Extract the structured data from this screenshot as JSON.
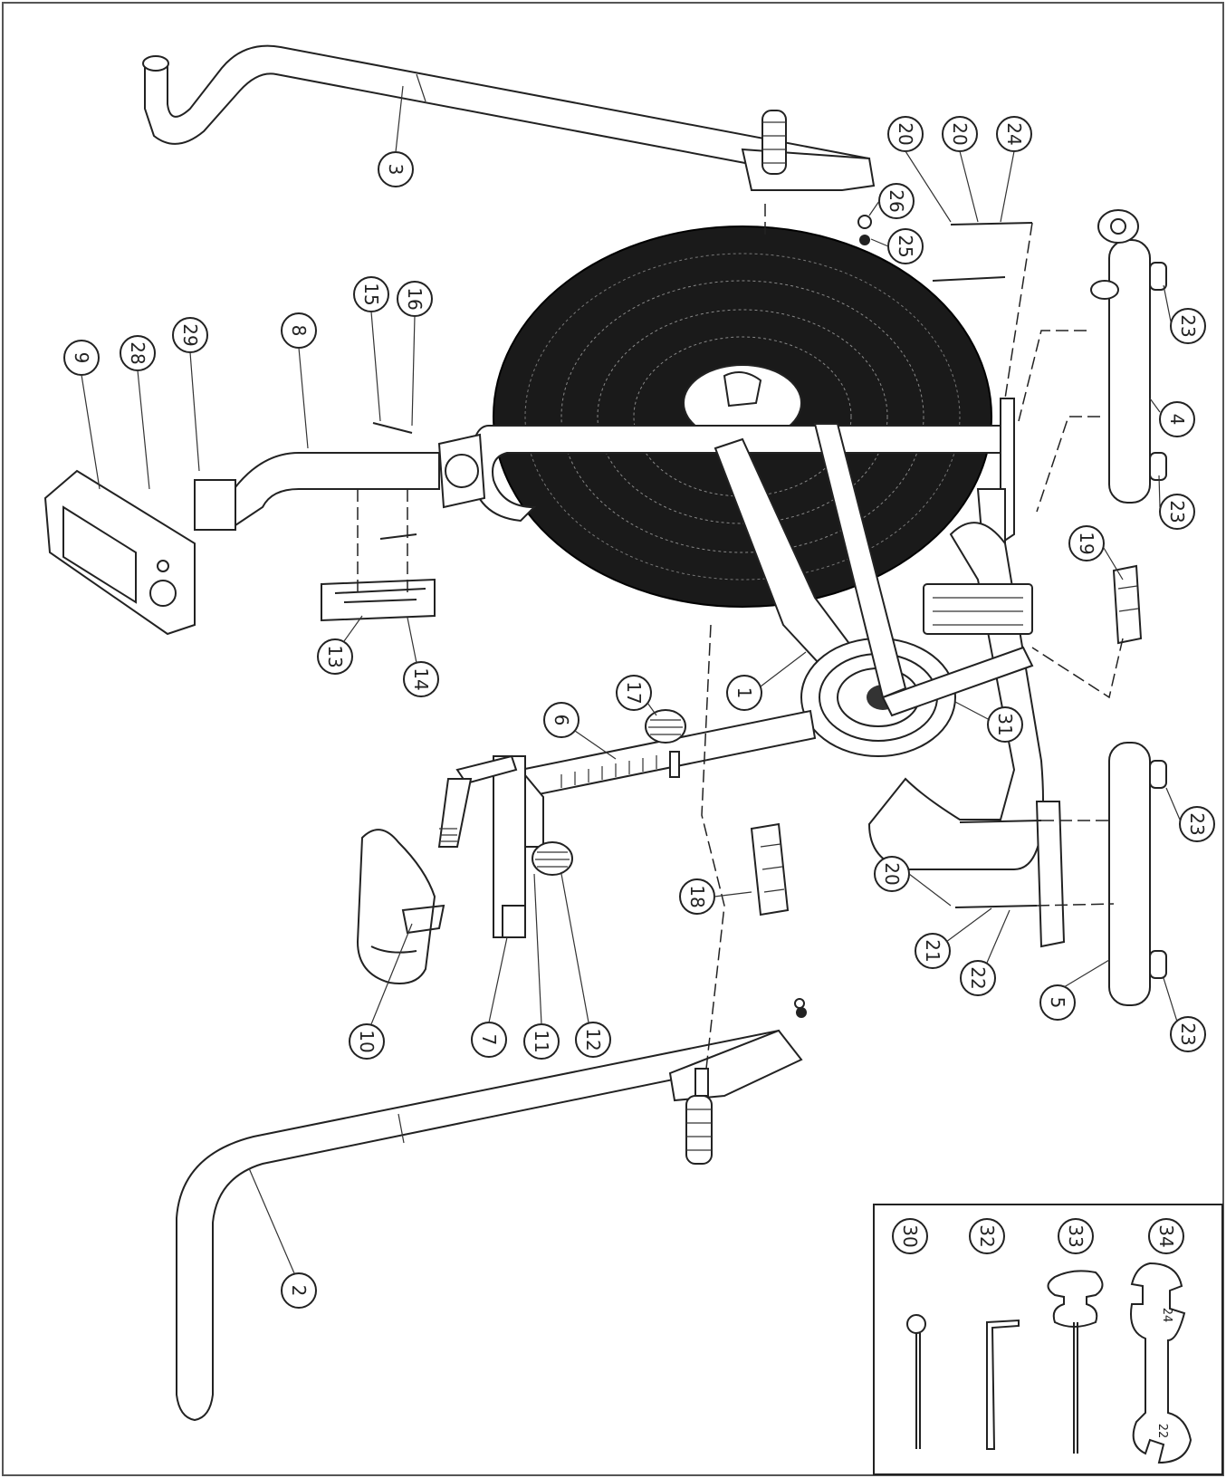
{
  "parts": [
    {
      "id": "p1",
      "label": "1"
    },
    {
      "id": "p2",
      "label": "2"
    },
    {
      "id": "p3",
      "label": "3"
    },
    {
      "id": "p4",
      "label": "4"
    },
    {
      "id": "p5",
      "label": "5"
    },
    {
      "id": "p6",
      "label": "6"
    },
    {
      "id": "p7",
      "label": "7"
    },
    {
      "id": "p8",
      "label": "8"
    },
    {
      "id": "p9",
      "label": "9"
    },
    {
      "id": "p10",
      "label": "10"
    },
    {
      "id": "p11",
      "label": "11"
    },
    {
      "id": "p12",
      "label": "12"
    },
    {
      "id": "p13",
      "label": "13"
    },
    {
      "id": "p14",
      "label": "14"
    },
    {
      "id": "p15",
      "label": "15"
    },
    {
      "id": "p16",
      "label": "16"
    },
    {
      "id": "p17",
      "label": "17"
    },
    {
      "id": "p18",
      "label": "18"
    },
    {
      "id": "p19",
      "label": "19"
    },
    {
      "id": "p20a",
      "label": "20"
    },
    {
      "id": "p20b",
      "label": "20"
    },
    {
      "id": "p21a",
      "label": "21"
    },
    {
      "id": "p21b",
      "label": "21"
    },
    {
      "id": "p22a",
      "label": "22"
    },
    {
      "id": "p22b",
      "label": "22"
    },
    {
      "id": "p23a",
      "label": "23"
    },
    {
      "id": "p23b",
      "label": "23"
    },
    {
      "id": "p23c",
      "label": "23"
    },
    {
      "id": "p23d",
      "label": "23"
    },
    {
      "id": "p24",
      "label": "24"
    },
    {
      "id": "p25",
      "label": "25"
    },
    {
      "id": "p26",
      "label": "26"
    },
    {
      "id": "p28",
      "label": "28"
    },
    {
      "id": "p29",
      "label": "29"
    },
    {
      "id": "p30",
      "label": "30"
    },
    {
      "id": "p31",
      "label": "31"
    },
    {
      "id": "p32",
      "label": "32"
    },
    {
      "id": "p33",
      "label": "33"
    },
    {
      "id": "p34",
      "label": "34"
    }
  ],
  "tools": {
    "wrench_marking_top": "24",
    "wrench_marking_bottom": "22"
  }
}
